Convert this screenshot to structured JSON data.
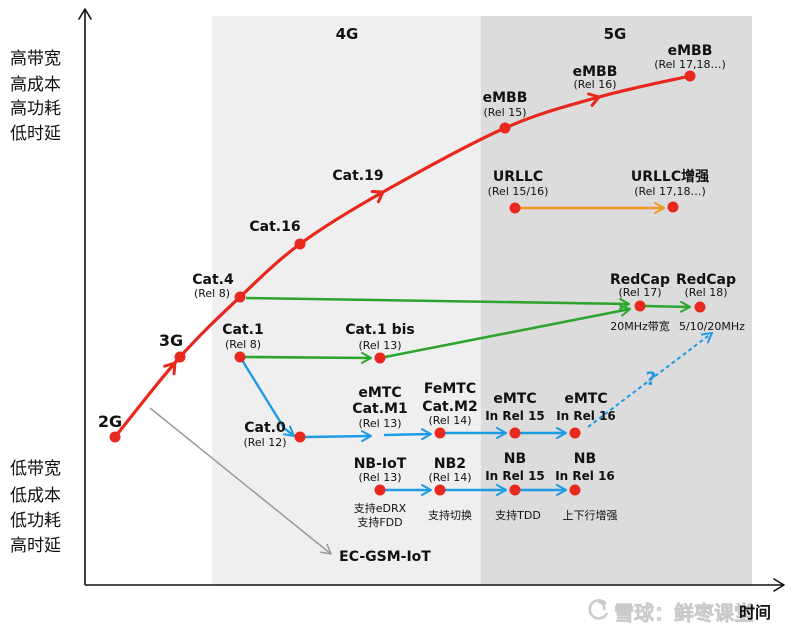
{
  "colors": {
    "lte_evolution": "#e8281e",
    "redcap_path": "#2ba52e",
    "iot_path": "#1f9be6",
    "urllc_path": "#f29a20",
    "ec_gsm_path": "#9a9a9a",
    "node_dot": "#e8281e",
    "region_4g": "#efefef",
    "region_5g": "#dcdcdc"
  },
  "regions": {
    "g4": "4G",
    "g5": "5G"
  },
  "y_axis": {
    "top": [
      "高带宽",
      "高成本",
      "高功耗",
      "低时延"
    ],
    "bottom": [
      "低带宽",
      "低成本",
      "低功耗",
      "高时延"
    ]
  },
  "x_axis": {
    "label": "时间"
  },
  "nodes": {
    "g2": {
      "name": "2G"
    },
    "g3": {
      "name": "3G"
    },
    "cat4": {
      "name": "Cat.4",
      "rel": "(Rel 8)"
    },
    "cat16": {
      "name": "Cat.16"
    },
    "cat19": {
      "name": "Cat.19"
    },
    "embb15": {
      "name": "eMBB",
      "rel": "(Rel 15)"
    },
    "embb16": {
      "name": "eMBB",
      "rel": "(Rel 16)"
    },
    "embb17": {
      "name": "eMBB",
      "rel": "(Rel 17,18…)"
    },
    "urllc": {
      "name": "URLLC",
      "rel": "(Rel 15/16)"
    },
    "urllc_plus": {
      "name": "URLLC增强",
      "rel": "(Rel 17,18…)"
    },
    "redcap17": {
      "name": "RedCap",
      "rel": "(Rel 17)",
      "note": "20MHz带宽"
    },
    "redcap18": {
      "name": "RedCap",
      "rel": "(Rel 18)",
      "note": "5/10/20MHz"
    },
    "cat1": {
      "name": "Cat.1",
      "rel": "(Rel 8)"
    },
    "cat1bis": {
      "name": "Cat.1 bis",
      "rel": "(Rel 13)"
    },
    "cat0": {
      "name": "Cat.0",
      "rel": "(Rel 12)"
    },
    "emtc_m1": {
      "name": "eMTC",
      "name2": "Cat.M1",
      "rel": "(Rel 13)"
    },
    "femtc_m2": {
      "name": "FeMTC",
      "name2": "Cat.M2",
      "rel": "(Rel 14)"
    },
    "emtc15": {
      "name": "eMTC",
      "rel": "In Rel 15"
    },
    "emtc16": {
      "name": "eMTC",
      "rel": "In Rel 16"
    },
    "nbiot": {
      "name": "NB-IoT",
      "rel": "(Rel 13)",
      "notes": [
        "支持eDRX",
        "支持FDD"
      ]
    },
    "nb2": {
      "name": "NB2",
      "rel": "(Rel 14)",
      "note": "支持切换"
    },
    "nb15": {
      "name": "NB",
      "rel": "In Rel 15",
      "note": "支持TDD"
    },
    "nb16": {
      "name": "NB",
      "rel": "In Rel 16",
      "note": "上下行增强"
    },
    "ec_gsm_iot": {
      "name": "EC-GSM-IoT"
    }
  },
  "unknown_path_label": "?",
  "watermark": "雪球：鲜枣课堂"
}
